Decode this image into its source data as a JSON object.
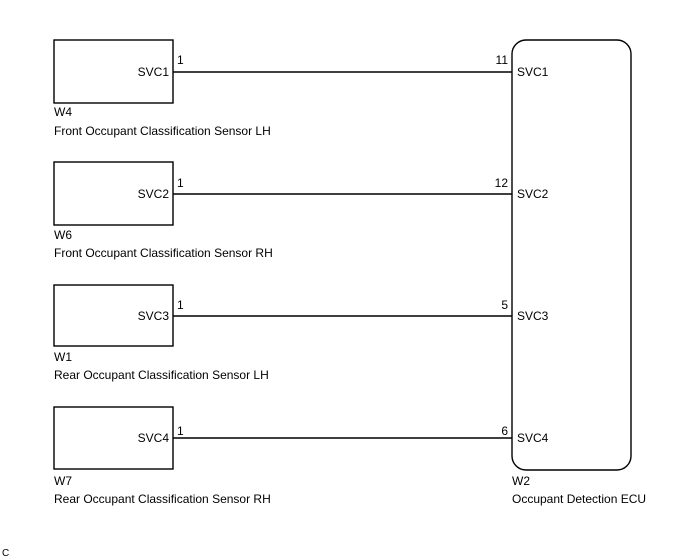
{
  "sensors": [
    {
      "code": "W4",
      "name": "Front Occupant Classification Sensor LH",
      "terminal": "SVC1",
      "pin": "1",
      "ecu_pin": "11",
      "ecu_terminal": "SVC1"
    },
    {
      "code": "W6",
      "name": "Front Occupant Classification Sensor RH",
      "terminal": "SVC2",
      "pin": "1",
      "ecu_pin": "12",
      "ecu_terminal": "SVC2"
    },
    {
      "code": "W1",
      "name": "Rear Occupant Classification Sensor LH",
      "terminal": "SVC3",
      "pin": "1",
      "ecu_pin": "5",
      "ecu_terminal": "SVC3"
    },
    {
      "code": "W7",
      "name": "Rear Occupant Classification Sensor RH",
      "terminal": "SVC4",
      "pin": "1",
      "ecu_pin": "6",
      "ecu_terminal": "SVC4"
    }
  ],
  "ecu": {
    "code": "W2",
    "name": "Occupant Detection ECU"
  },
  "footer_mark": "C"
}
